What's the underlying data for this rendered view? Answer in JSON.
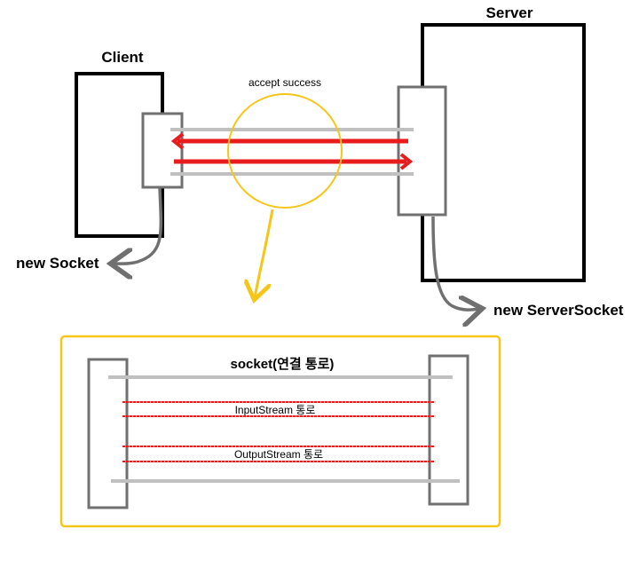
{
  "top": {
    "client_label": "Client",
    "server_label": "Server",
    "accept_label": "accept success",
    "new_socket_label": "new Socket",
    "new_server_socket_label": "new ServerSocket"
  },
  "detail": {
    "socket_label": "socket(연결 통로)",
    "input_stream_label": "InputStream 통로",
    "output_stream_label": "OutputStream 통로"
  },
  "colors": {
    "box_stroke": "#000000",
    "port_stroke": "#707070",
    "channel_gray": "#c0c0c0",
    "stream_red": "#e81c1c",
    "highlight_yellow": "#f5c518"
  }
}
